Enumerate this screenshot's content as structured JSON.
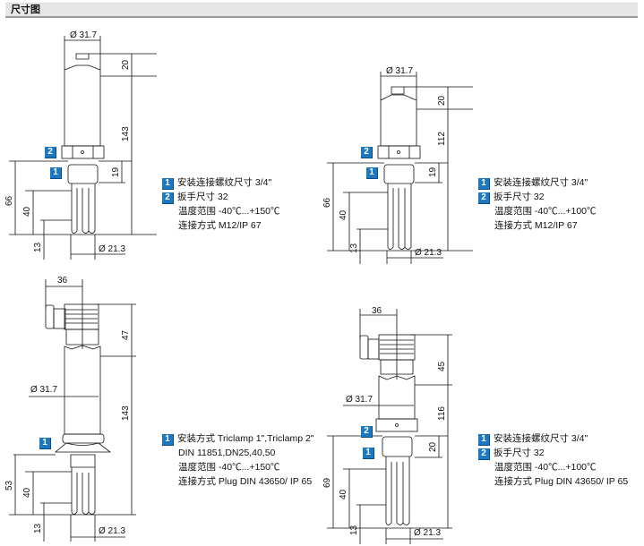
{
  "header": {
    "title": "尺寸图"
  },
  "drawings": [
    {
      "dia_top": "Ø 31.7",
      "dim_top": "20",
      "dim_body": "143",
      "dim_thread": "19",
      "dim_total": "66",
      "dim_fork": "40",
      "dim_tip": "13",
      "dia_bottom": "Ø 21.3",
      "badges": [
        "2",
        "1"
      ]
    },
    {
      "dia_top": "Ø 31.7",
      "dim_top": "20",
      "dim_body": "112",
      "dim_thread": "19",
      "dim_total": "66",
      "dim_fork": "40",
      "dim_tip": "13",
      "dia_bottom": "Ø 21.3",
      "badges": [
        "2",
        "1"
      ]
    },
    {
      "width": "36",
      "dia_mid": "Ø 31.7",
      "dim_top": "47",
      "dim_body": "143",
      "dim_total": "53",
      "dim_fork": "40",
      "dim_tip": "13",
      "dia_bottom": "Ø 21.3",
      "badges": [
        "1"
      ]
    },
    {
      "width": "36",
      "dia_mid": "Ø 31.7",
      "dim_top": "45",
      "dim_body": "116",
      "dim_thread": "20",
      "dim_total": "69",
      "dim_fork": "40",
      "dim_tip": "13",
      "dia_bottom": "Ø 21.3",
      "badges": [
        "2",
        "1"
      ]
    }
  ],
  "legends": [
    {
      "items": [
        {
          "num": "1",
          "text": "安装连接螺纹尺寸 3/4\""
        },
        {
          "num": "2",
          "text": "扳手尺寸 32"
        }
      ],
      "lines": [
        "温度范围 -40℃...+150℃",
        "连接方式 M12/IP 67"
      ]
    },
    {
      "items": [
        {
          "num": "1",
          "text": "安装连接螺纹尺寸 3/4\""
        },
        {
          "num": "2",
          "text": "扳手尺寸 32"
        }
      ],
      "lines": [
        "温度范围 -40℃...+100℃",
        "连接方式 M12/IP 67"
      ]
    },
    {
      "items": [
        {
          "num": "1",
          "text": "安装方式 Triclamp 1\",Triclamp 2\""
        }
      ],
      "lines": [
        "DIN 11851,DN25,40,50",
        "温度范围 -40℃...+150℃",
        "连接方式 Plug DIN 43650/ IP 65"
      ]
    },
    {
      "items": [
        {
          "num": "1",
          "text": "安装连接螺纹尺寸 3/4\""
        },
        {
          "num": "2",
          "text": "扳手尺寸 32"
        }
      ],
      "lines": [
        "温度范围 -40℃...+100℃",
        "连接方式 Plug DIN 43650/ IP 65"
      ]
    }
  ]
}
